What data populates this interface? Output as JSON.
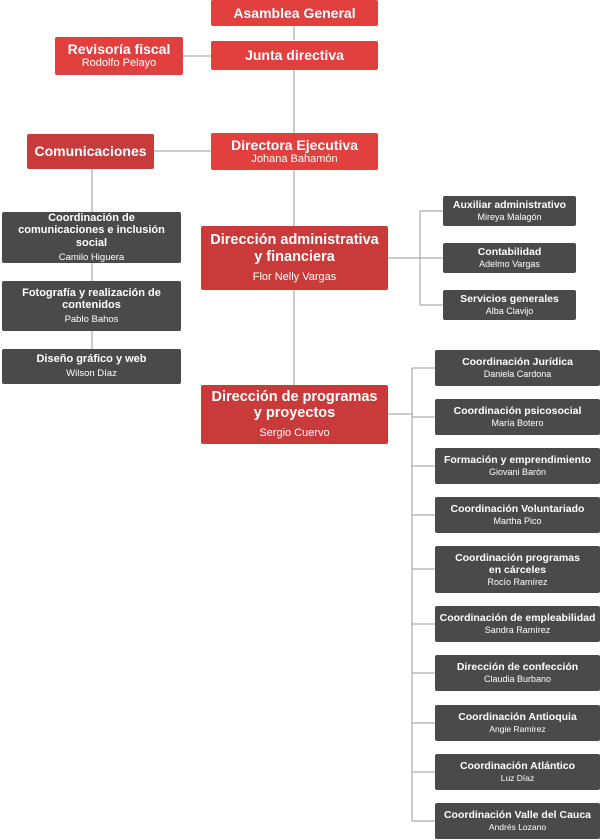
{
  "colors": {
    "red": "#e2403e",
    "dark_red": "#c93a3a",
    "grey": "#4a4a4a",
    "line": "#999999"
  },
  "top": {
    "asamblea": {
      "title": "Asamblea General"
    },
    "junta": {
      "title": "Junta directiva"
    },
    "revisoria": {
      "title": "Revisoría fiscal",
      "name": "Rodolfo Pelayo"
    },
    "directora": {
      "title": "Directora Ejecutiva",
      "name": "Johana Bahamón"
    },
    "comunicaciones": {
      "title": "Comunicaciones"
    }
  },
  "comunicaciones_items": [
    {
      "title": "Coordinación de comunicaciones e inclusión social",
      "name": "Camilo Higuera"
    },
    {
      "title": "Fotografía y realización de contenidos",
      "name": "Pablo Bahos"
    },
    {
      "title": "Diseño gráfico y web",
      "name": "Wilson Díaz"
    }
  ],
  "administrativa": {
    "title": "Dirección administrativa y financiera",
    "name": "Flor Nelly Vargas",
    "items": [
      {
        "title": "Auxiliar administrativo",
        "name": "Mireya Malagón"
      },
      {
        "title": "Contabilidad",
        "name": "Adelmo Vargas"
      },
      {
        "title": "Servicios generales",
        "name": "Alba Clavijo"
      }
    ]
  },
  "programas": {
    "title": "Dirección de programas y proyectos",
    "name": "Sergio Cuervo",
    "items": [
      {
        "title": "Coordinación Jurídica",
        "name": "Daniela Cardona"
      },
      {
        "title": "Coordinación psicosocial",
        "name": "María Botero"
      },
      {
        "title": "Formación y emprendimiento",
        "name": "Giovani Barón"
      },
      {
        "title": "Coordinación Voluntariado",
        "name": "Martha Pico"
      },
      {
        "title": "Coordinación programas en cárceles",
        "name": "Rocío Ramírez"
      },
      {
        "title": "Coordinación de empleabilidad",
        "name": "Sandra Ramírez"
      },
      {
        "title": "Dirección de confección",
        "name": "Claudia Burbano"
      },
      {
        "title": "Coordinación Antioquia",
        "name": "Angie Ramírez"
      },
      {
        "title": "Coordinación Atlántico",
        "name": "Luz Díaz"
      },
      {
        "title": "Coordinación Valle del Cauca",
        "name": "Andrés Lozano"
      }
    ]
  }
}
